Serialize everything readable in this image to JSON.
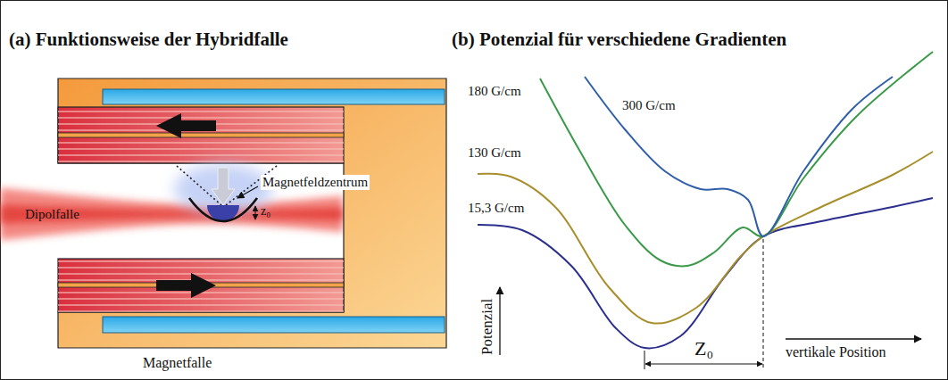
{
  "diagram": {
    "labels": [
      "(a) Funktionsweise der Hybridfalle",
      "(b) Potenzial für verschiedene Gradienten",
      "Magnetfeldzentrum",
      "Dipolfalle",
      "z₀",
      "Magnetfalle",
      "180 G/cm",
      "300 G/cm",
      "130 G/cm",
      "15,3 G/cm",
      "Potenzial",
      "Z₀",
      "vertikale Position"
    ]
  }
}
